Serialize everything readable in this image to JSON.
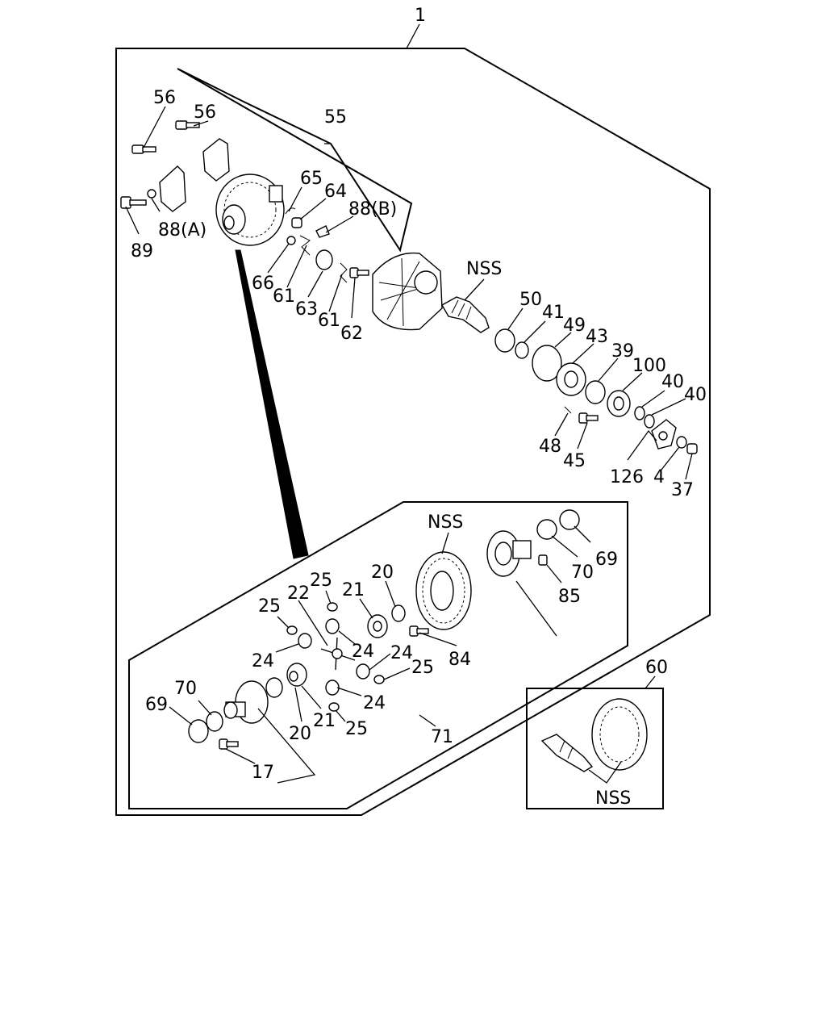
{
  "labels": {
    "assembly": "1",
    "bolt_56_a": "56",
    "bolt_56_b": "56",
    "cap_55": "55",
    "shim_88a": "88(A)",
    "bolt_89": "89",
    "pin_65": "65",
    "nut_64": "64",
    "shim_88b": "88(B)",
    "pin_66": "66",
    "lock_61a": "61",
    "bearing_63": "63",
    "lock_61b": "61",
    "bolt_62": "62",
    "pinion_nss": "NSS",
    "bearing_50": "50",
    "spacer_41": "41",
    "gasket_49": "49",
    "retainer_43": "43",
    "bearing_39": "39",
    "seal_100": "100",
    "ring_40a": "40",
    "ring_40b": "40",
    "bolt_48": "48",
    "bolt_45": "45",
    "flange_126": "126",
    "washer_4": "4",
    "nut_37": "37",
    "ring_gear_nss": "NSS",
    "bearing_69_top": "69",
    "race_70_top": "70",
    "nut_85": "85",
    "washer_20_top": "20",
    "gear_21_top": "21",
    "bolt_84": "84",
    "washer_25_a": "25",
    "spider_22": "22",
    "washer_25_b": "25",
    "pinion_24_a": "24",
    "pinion_24_b": "24",
    "pinion_24_c": "24",
    "washer_25_c": "25",
    "pinion_24_d": "24",
    "washer_25_d": "25",
    "race_70_bottom": "70",
    "bearing_69_bottom": "69",
    "washer_20_bottom": "20",
    "gear_21_bottom": "21",
    "case_71": "71",
    "bolt_17": "17",
    "gearset_60": "60",
    "gearset_nss": "NSS"
  },
  "icons": {
    "arrow": "exploded-view-arrow-icon"
  }
}
